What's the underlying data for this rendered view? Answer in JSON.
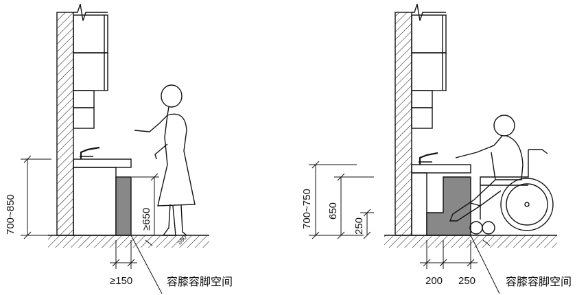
{
  "left_figure": {
    "dim_height": "700~850",
    "dim_knee": "≥650",
    "dim_toe": "≥150",
    "toe_small": "≥80",
    "caption": "容膝容脚空间"
  },
  "right_figure": {
    "dim_height": "700~750",
    "dim_knee": "650",
    "dim_toe": "250",
    "dim_depth_a": "200",
    "dim_depth_b": "250",
    "caption": "容膝容脚空间"
  }
}
